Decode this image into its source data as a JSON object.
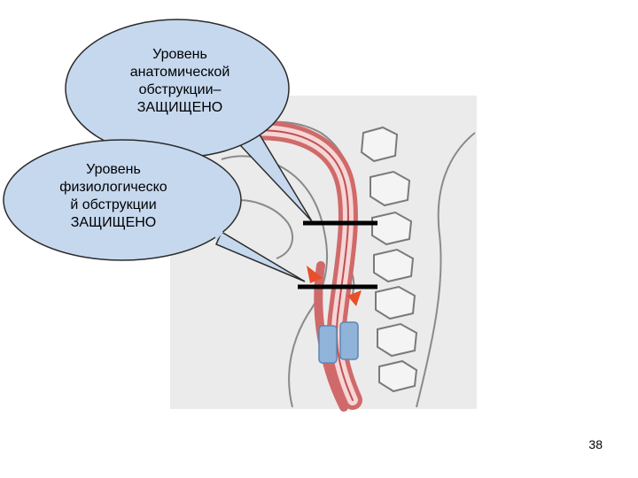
{
  "colors": {
    "background": "#ffffff",
    "bubble_fill": "#c5d8ee",
    "bubble_stroke": "#2b2b2b",
    "photo_background": "#ebebeb",
    "tube_outer": "#d06a6a",
    "tube_inner": "#f6d6d6",
    "cuff_blue": "#8fb3d9",
    "arrow_red": "#e8502a",
    "level_bar": "#000000"
  },
  "bubbles": {
    "anatomical": {
      "lines": [
        "Уровень",
        "анатомической",
        "обструкции–",
        "ЗАЩИЩЕНО"
      ]
    },
    "physiological": {
      "lines": [
        "Уровень",
        "физиологическо",
        "й обструкции",
        "ЗАЩИЩЕНО"
      ]
    }
  },
  "page_number": "38"
}
